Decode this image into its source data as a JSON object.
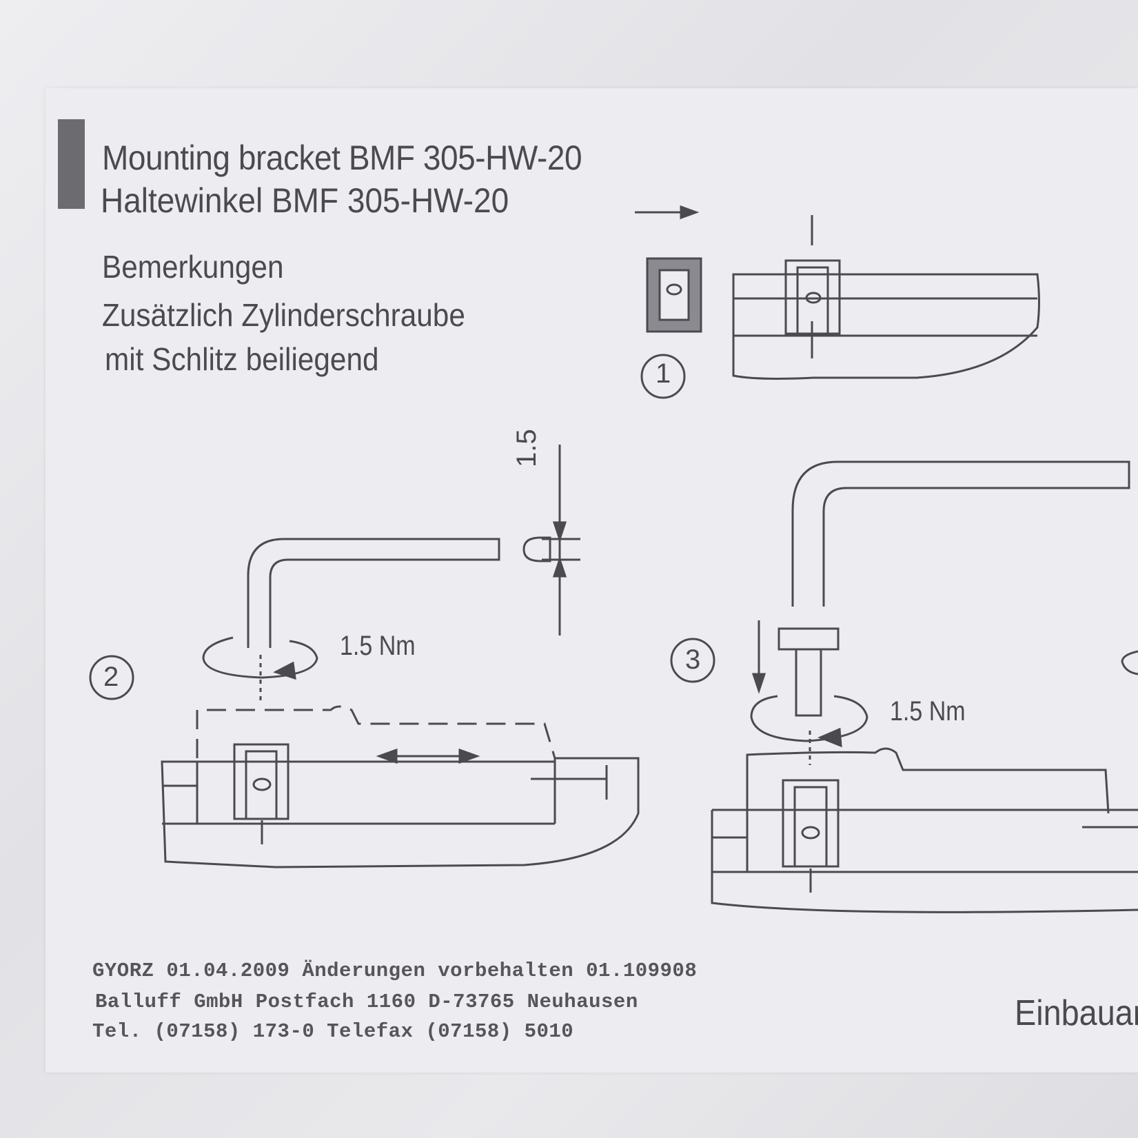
{
  "document": {
    "title_en": "Mounting bracket BMF 305-HW-20",
    "title_de": "Haltewinkel BMF 305-HW-20",
    "remarks_heading": "Bemerkungen",
    "remarks_line1": "Zusätzlich Zylinderschraube",
    "remarks_line2": "mit Schlitz beiliegend",
    "step_labels": [
      "1",
      "2",
      "3"
    ],
    "torque_label": "1.5 Nm",
    "dimension_label": "1.5",
    "footer_line1": "GYORZ 01.04.2009 Änderungen vorbehalten 01.109908",
    "footer_line2": "Balluff GmbH Postfach 1160 D-73765 Neuhausen",
    "footer_line3": "Tel. (07158) 173-0 Telefax (07158) 5010",
    "partial_heading": "Einbauar"
  },
  "colors": {
    "ink": "#4a4a4f",
    "paper": "#ececf1",
    "tab": "#6b6b70"
  }
}
